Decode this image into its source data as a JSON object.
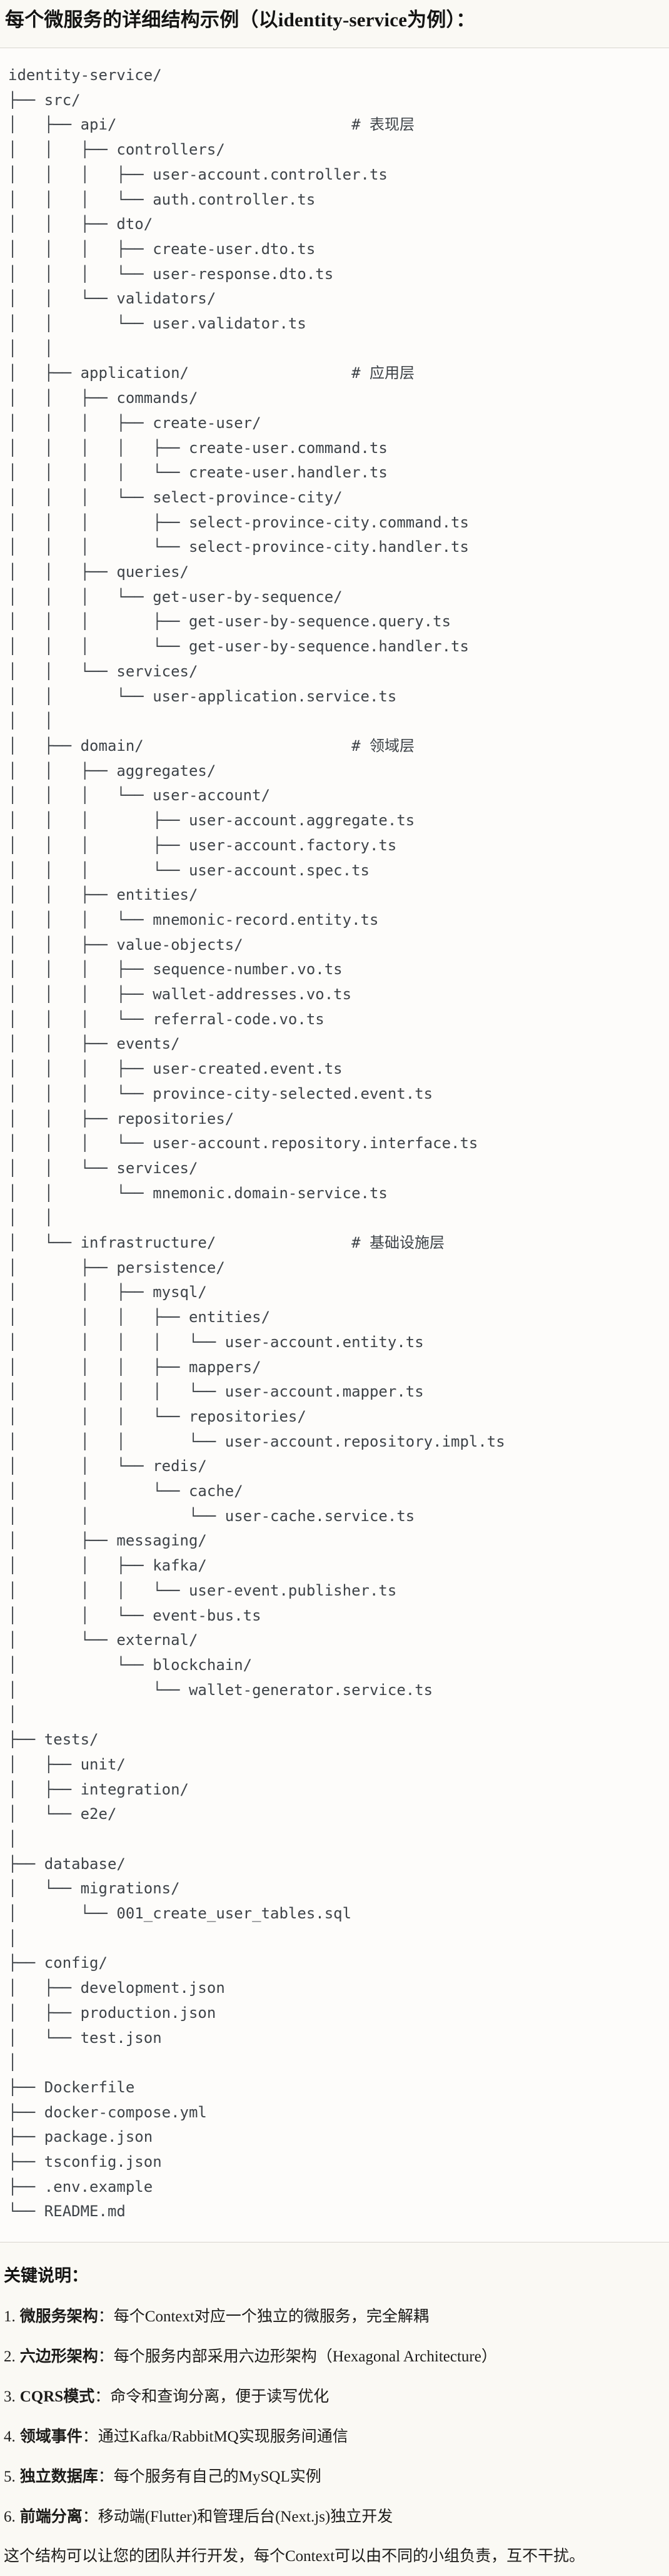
{
  "theme": {
    "page_background": "#faf9f4",
    "code_background": "#fdfcfa",
    "code_border": "#d8d6cf",
    "code_text": "#3e4348",
    "body_text": "#1c1b19"
  },
  "page": {
    "title": "每个微服务的详细结构示例（以identity-service为例）："
  },
  "code_block": {
    "type": "plain-text-file-tree",
    "lines": [
      "identity-service/",
      "├── src/",
      "│   ├── api/                          # 表现层",
      "│   │   ├── controllers/",
      "│   │   │   ├── user-account.controller.ts",
      "│   │   │   └── auth.controller.ts",
      "│   │   ├── dto/",
      "│   │   │   ├── create-user.dto.ts",
      "│   │   │   └── user-response.dto.ts",
      "│   │   └── validators/",
      "│   │       └── user.validator.ts",
      "│   │",
      "│   ├── application/                  # 应用层",
      "│   │   ├── commands/",
      "│   │   │   ├── create-user/",
      "│   │   │   │   ├── create-user.command.ts",
      "│   │   │   │   └── create-user.handler.ts",
      "│   │   │   └── select-province-city/",
      "│   │   │       ├── select-province-city.command.ts",
      "│   │   │       └── select-province-city.handler.ts",
      "│   │   ├── queries/",
      "│   │   │   └── get-user-by-sequence/",
      "│   │   │       ├── get-user-by-sequence.query.ts",
      "│   │   │       └── get-user-by-sequence.handler.ts",
      "│   │   └── services/",
      "│   │       └── user-application.service.ts",
      "│   │",
      "│   ├── domain/                       # 领域层",
      "│   │   ├── aggregates/",
      "│   │   │   └── user-account/",
      "│   │   │       ├── user-account.aggregate.ts",
      "│   │   │       ├── user-account.factory.ts",
      "│   │   │       └── user-account.spec.ts",
      "│   │   ├── entities/",
      "│   │   │   └── mnemonic-record.entity.ts",
      "│   │   ├── value-objects/",
      "│   │   │   ├── sequence-number.vo.ts",
      "│   │   │   ├── wallet-addresses.vo.ts",
      "│   │   │   └── referral-code.vo.ts",
      "│   │   ├── events/",
      "│   │   │   ├── user-created.event.ts",
      "│   │   │   └── province-city-selected.event.ts",
      "│   │   ├── repositories/",
      "│   │   │   └── user-account.repository.interface.ts",
      "│   │   └── services/",
      "│   │       └── mnemonic.domain-service.ts",
      "│   │",
      "│   └── infrastructure/               # 基础设施层",
      "│       ├── persistence/",
      "│       │   ├── mysql/",
      "│       │   │   ├── entities/",
      "│       │   │   │   └── user-account.entity.ts",
      "│       │   │   ├── mappers/",
      "│       │   │   │   └── user-account.mapper.ts",
      "│       │   │   └── repositories/",
      "│       │   │       └── user-account.repository.impl.ts",
      "│       │   └── redis/",
      "│       │       └── cache/",
      "│       │           └── user-cache.service.ts",
      "│       ├── messaging/",
      "│       │   ├── kafka/",
      "│       │   │   └── user-event.publisher.ts",
      "│       │   └── event-bus.ts",
      "│       └── external/",
      "│           └── blockchain/",
      "│               └── wallet-generator.service.ts",
      "│",
      "├── tests/",
      "│   ├── unit/",
      "│   ├── integration/",
      "│   └── e2e/",
      "│",
      "├── database/",
      "│   └── migrations/",
      "│       └── 001_create_user_tables.sql",
      "│",
      "├── config/",
      "│   ├── development.json",
      "│   ├── production.json",
      "│   └── test.json",
      "│",
      "├── Dockerfile",
      "├── docker-compose.yml",
      "├── package.json",
      "├── tsconfig.json",
      "├── .env.example",
      "└── README.md"
    ]
  },
  "notes": {
    "heading": "关键说明：",
    "items": [
      {
        "num": "1.",
        "term": "微服务架构",
        "desc": "：每个Context对应一个独立的微服务，完全解耦"
      },
      {
        "num": "2.",
        "term": "六边形架构",
        "desc": "：每个服务内部采用六边形架构（Hexagonal Architecture）"
      },
      {
        "num": "3.",
        "term": "CQRS模式",
        "desc": "：命令和查询分离，便于读写优化"
      },
      {
        "num": "4.",
        "term": "领域事件",
        "desc": "：通过Kafka/RabbitMQ实现服务间通信"
      },
      {
        "num": "5.",
        "term": "独立数据库",
        "desc": "：每个服务有自己的MySQL实例"
      },
      {
        "num": "6.",
        "term": "前端分离",
        "desc": "：移动端(Flutter)和管理后台(Next.js)独立开发"
      }
    ],
    "footer": "这个结构可以让您的团队并行开发，每个Context可以由不同的小组负责，互不干扰。"
  }
}
